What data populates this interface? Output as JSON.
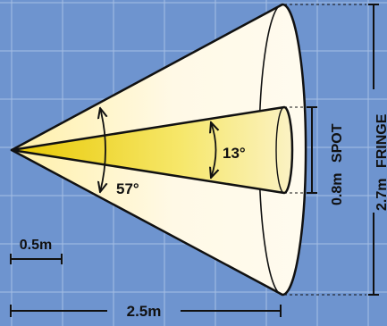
{
  "diagram": {
    "fringe_angle": "57°",
    "spot_angle": "13°",
    "spot_diameter": "0.8m",
    "spot_label": "SPOT",
    "fringe_diameter": "2.7m",
    "fringe_label": "FRINGE",
    "distance": "2.5m",
    "scale": "0.5m"
  },
  "colors": {
    "background": "#6e94cf",
    "grid": "#a6bfe4",
    "fringe_fill": "#fff7d9",
    "spot_fill": "#f2dd1a",
    "outline": "#111111"
  }
}
